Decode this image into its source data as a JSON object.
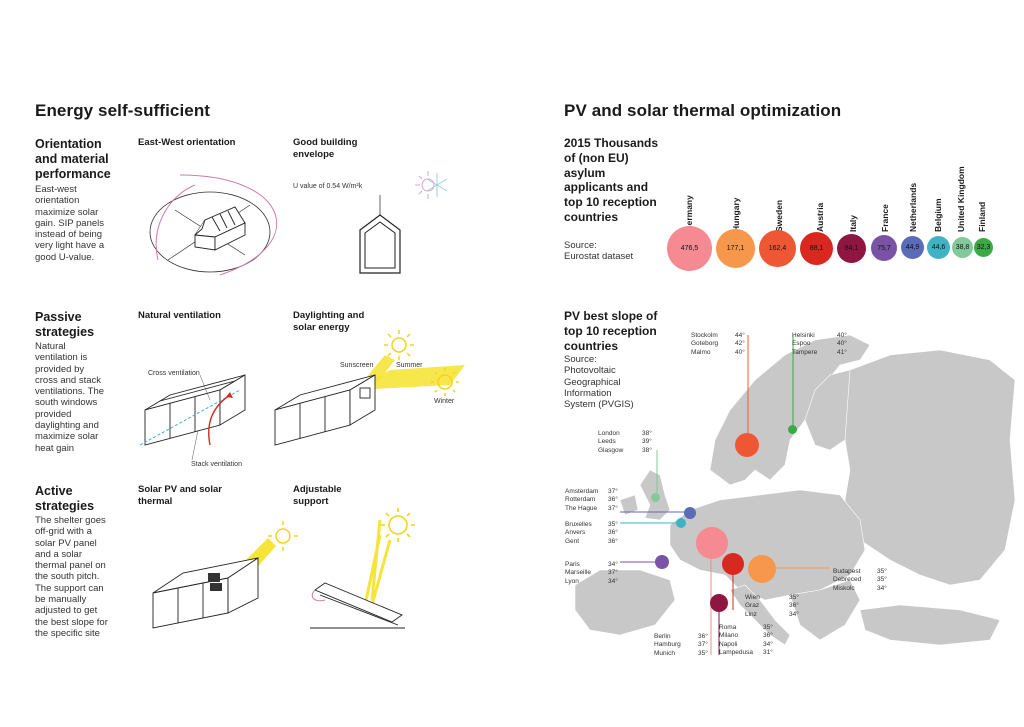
{
  "left": {
    "title": "Energy self-sufficient",
    "sections": [
      {
        "heading": "Orientation and material performance",
        "body": "East-west orientation maximize solar gain. SIP panels instead of being very light have a good U-value.",
        "panels": [
          {
            "title": "East-West orientation"
          },
          {
            "title": "Good building envelope",
            "note": "U value of 0.54 W/m²k"
          }
        ]
      },
      {
        "heading": "Passive strategies",
        "body": "Natural ventilation is provided by cross and stack ventilations. The south windows provided daylighting and maximize solar heat gain",
        "panels": [
          {
            "title": "Natural ventilation",
            "labels": [
              "Cross ventilation",
              "Stack ventilation"
            ]
          },
          {
            "title": "Daylighting and solar energy",
            "labels": [
              "Sunscreen",
              "Summer",
              "Winter"
            ]
          }
        ]
      },
      {
        "heading": "Active strategies",
        "body": "The shelter goes off-grid with a solar PV panel and a solar thermal panel on the south pitch. The support can be manually adjusted to get the best slope for the specific site",
        "panels": [
          {
            "title": "Solar PV and solar thermal"
          },
          {
            "title": "Adjustable support"
          }
        ]
      }
    ]
  },
  "right": {
    "title": "PV and solar thermal optimization",
    "asylum": {
      "heading": "2015 Thousands of (non EU) asylum applicants and top 10 reception countries",
      "source": "Source: Eurostat dataset"
    },
    "pv": {
      "heading": "PV best slope of top 10 reception countries",
      "source": "Source: Photovoltaic Geographical Information System (PVGIS)"
    }
  },
  "chart_data": {
    "type": "bubble",
    "title": "2015 Thousands of (non EU) asylum applicants and top 10 reception countries",
    "categories": [
      "Germany",
      "Hungary",
      "Sweden",
      "Austria",
      "Italy",
      "France",
      "Netherlands",
      "Belgium",
      "United Kingdom",
      "Finland"
    ],
    "values": [
      "476,5",
      "177,1",
      "162,4",
      "88,1",
      "84,1",
      "75,7",
      "44,9",
      "44,6",
      "38,8",
      "32,3"
    ],
    "numeric_values": [
      476.5,
      177.1,
      162.4,
      88.1,
      84.1,
      75.7,
      44.9,
      44.6,
      38.8,
      32.3
    ],
    "colors": [
      "#f58a93",
      "#f7974b",
      "#ef5734",
      "#d9281f",
      "#8e1640",
      "#7b53a6",
      "#5a6cb8",
      "#3fb3c4",
      "#84c99a",
      "#3aaa45"
    ]
  },
  "map": {
    "groups": [
      {
        "country": "Sweden",
        "cities": "Stockolm\nGoteborg\nMalmo",
        "angles": "44°\n42°\n40°",
        "color": "#ef5734"
      },
      {
        "country": "Finland",
        "cities": "Helsinki\nEspoo\nTampere",
        "angles": "40°\n40°\n41°",
        "color": "#3aaa45"
      },
      {
        "country": "United Kingdom",
        "cities": "London\nLeeds\nGlasgow",
        "angles": "38°\n39°\n38°",
        "color": "#84c99a"
      },
      {
        "country": "Netherlands",
        "cities": "Amsterdam\nRotterdam\nThe Hague",
        "angles": "37°\n36°\n37°",
        "color": "#5a6cb8"
      },
      {
        "country": "Belgium",
        "cities": "Bruxelles\nAnvers\nGent",
        "angles": "35°\n36°\n36°",
        "color": "#3fb3c4"
      },
      {
        "country": "France",
        "cities": "Paris\nMarseille\nLyon",
        "angles": "34°\n37°\n34°",
        "color": "#7b53a6"
      },
      {
        "country": "Germany",
        "cities": "Berlin\nHamburg\nMunich",
        "angles": "36°\n37°\n35°",
        "color": "#f58a93"
      },
      {
        "country": "Italy",
        "cities": "Roma\nMilano\nNapoli\nLampedusa",
        "angles": "35°\n36°\n34°\n31°",
        "color": "#8e1640"
      },
      {
        "country": "Austria",
        "cities": "Wien\nGraz\nLinz",
        "angles": "35°\n36°\n34°",
        "color": "#d9281f"
      },
      {
        "country": "Hungary",
        "cities": "Budapest\nDebreced\nMiskolc",
        "angles": "35°\n35°\n34°",
        "color": "#f7974b"
      }
    ]
  }
}
